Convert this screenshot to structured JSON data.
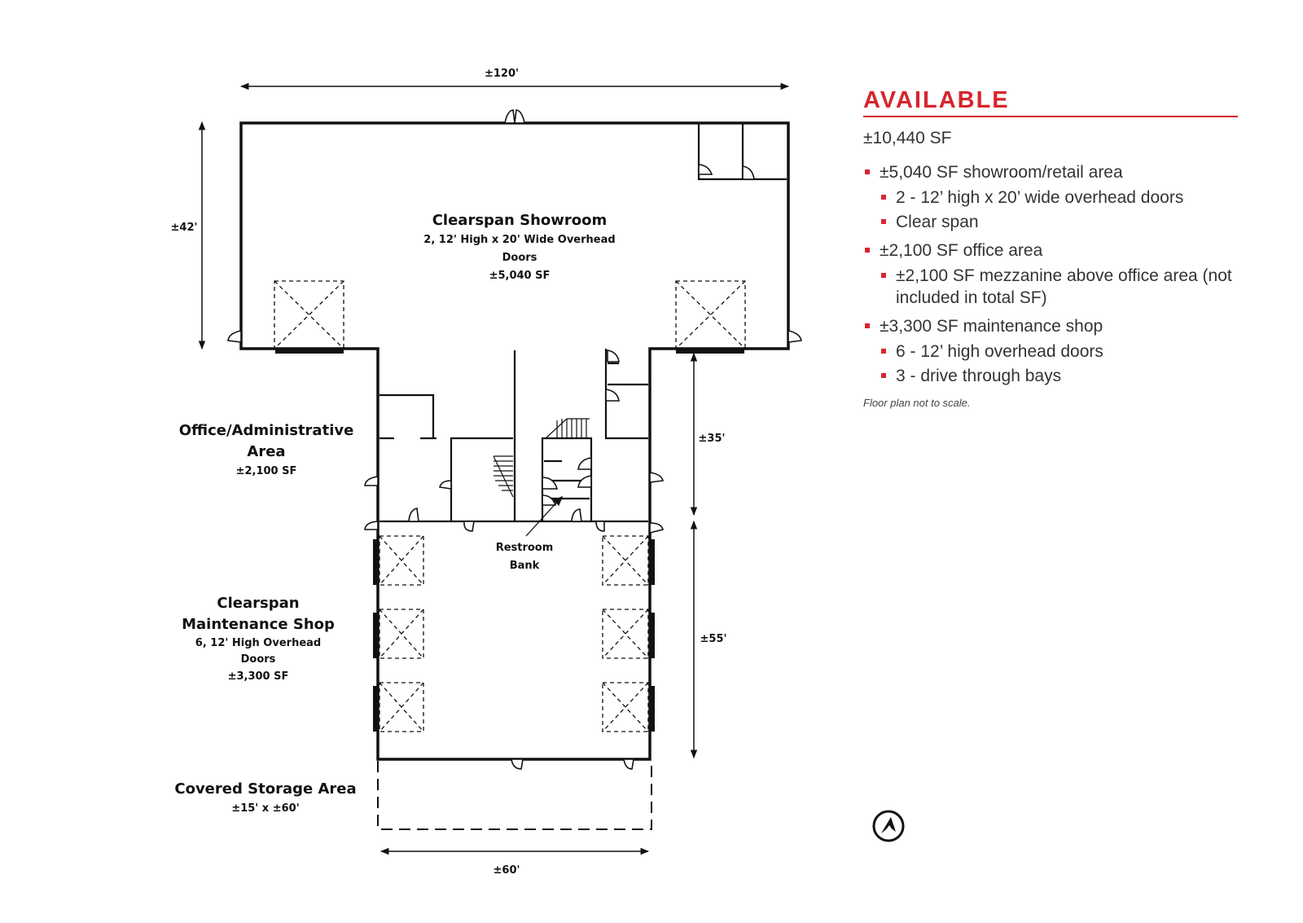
{
  "plan": {
    "dimensions": {
      "top_width": "±120'",
      "left_height": "±42'",
      "right_upper": "±35'",
      "right_lower": "±55'",
      "bottom_width": "±60'"
    },
    "rooms": {
      "showroom": {
        "title": "Clearspan Showroom",
        "line1": "2, 12' High x 20' Wide Overhead",
        "line2": "Doors",
        "area": "±5,040 SF"
      },
      "office": {
        "title_line1": "Office/Administrative",
        "title_line2": "Area",
        "area": "±2,100 SF"
      },
      "restroom": {
        "line1": "Restroom",
        "line2": "Bank"
      },
      "shop": {
        "title_line1": "Clearspan",
        "title_line2": "Maintenance Shop",
        "line1": "6, 12' High Overhead",
        "line2": "Doors",
        "area": "±3,300 SF"
      },
      "storage": {
        "title": "Covered Storage Area",
        "size": "±15' x ±60'"
      }
    }
  },
  "info": {
    "heading": "AVAILABLE",
    "total": "±10,440 SF",
    "features": [
      {
        "text": "±5,040 SF showroom/retail area",
        "subs": [
          "2 - 12’ high x 20’ wide overhead doors",
          "Clear span"
        ]
      },
      {
        "text": "±2,100 SF office area",
        "subs": [
          "±2,100 SF mezzanine above office area (not included in total SF)"
        ]
      },
      {
        "text": "±3,300 SF maintenance shop",
        "subs": [
          "6 - 12’ high overhead doors",
          "3 - drive through bays"
        ]
      }
    ],
    "note": "Floor plan not to scale."
  },
  "colors": {
    "accent": "#d6262d",
    "wall": "#111111"
  },
  "icons": {
    "compass": "north-arrow-icon"
  }
}
